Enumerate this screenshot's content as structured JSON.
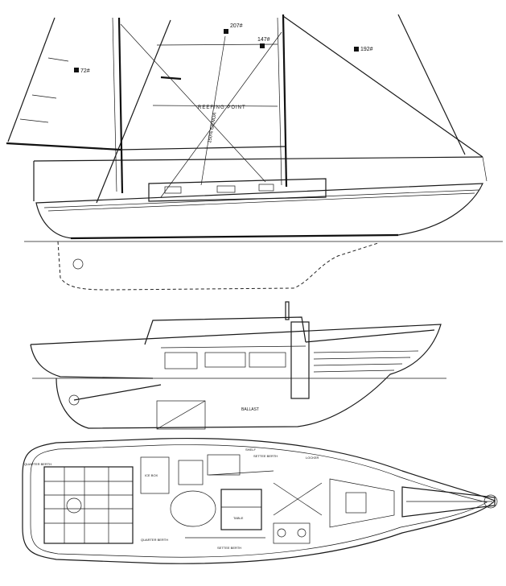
{
  "profile": {
    "sail_labels": {
      "main": "72#",
      "genoa_head": "207#",
      "staysail_head": "147#",
      "jib_head": "192#"
    },
    "reefing_label": "REEFING POINT",
    "genoa_label": "150% GENOA"
  },
  "accommodation": {
    "labels": {
      "ballast": "BALLAST"
    }
  },
  "deck_plan": {
    "labels": {
      "quarter_berth": "QUARTER BERTH",
      "settee_berth": "SETTEE BERTH",
      "table": "TABLE",
      "locker": "LOCKER",
      "shelf": "SHELF",
      "ice_box": "ICE BOX"
    }
  },
  "colors": {
    "ink": "#111111",
    "paper": "#ffffff"
  }
}
